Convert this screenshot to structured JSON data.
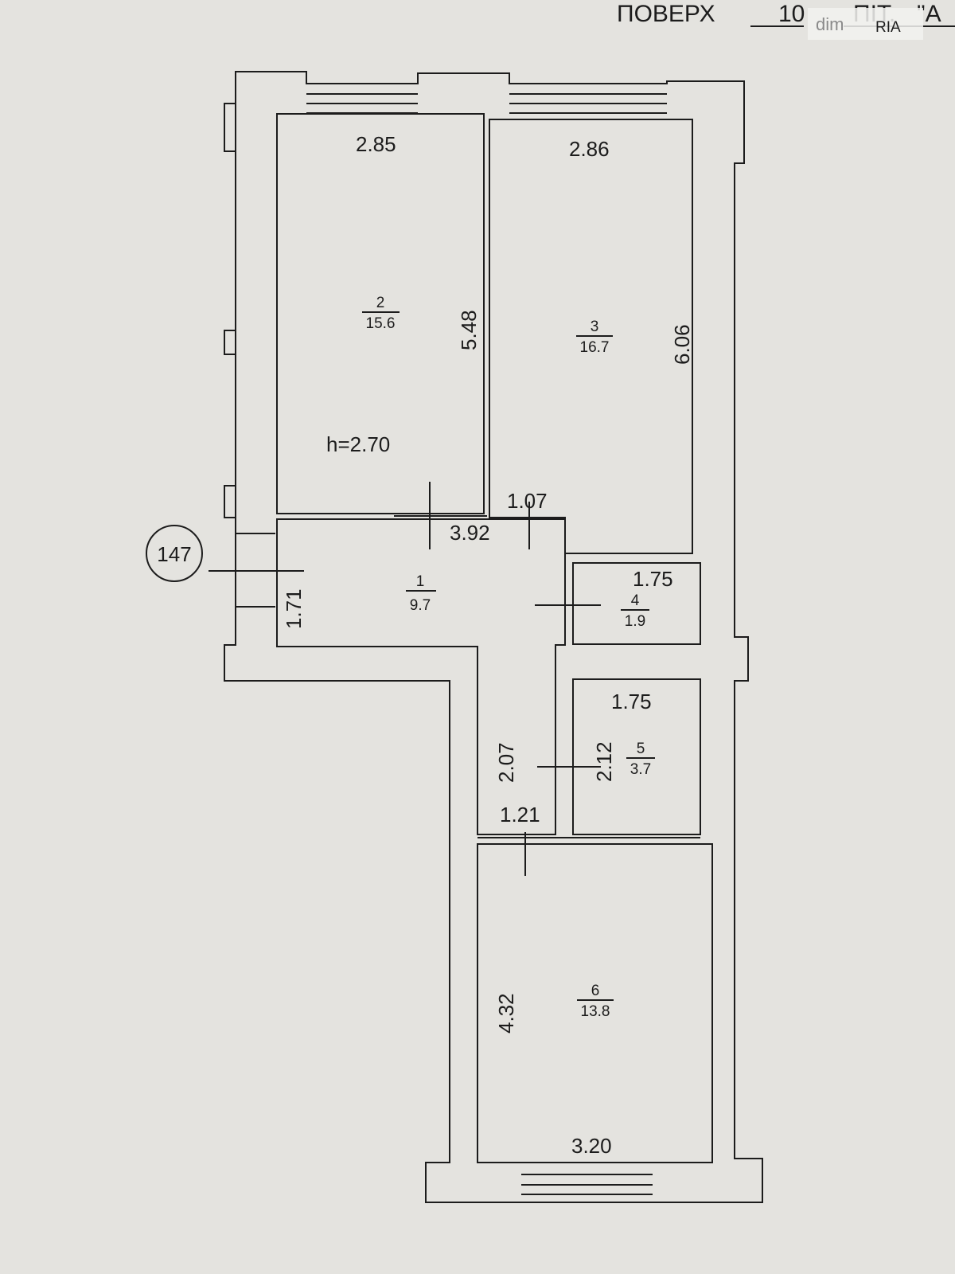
{
  "header": {
    "floor_label": "ПОВЕРХ",
    "floor_value": "10",
    "entrance_label": "ПІТ.",
    "entrance_value": "\"А"
  },
  "watermark": {
    "text": "dim",
    "logo": "RIA"
  },
  "plan_number": "147",
  "ceiling_height": "h=2.70",
  "rooms": [
    {
      "id": "1",
      "number": "1",
      "area": "9.7"
    },
    {
      "id": "2",
      "number": "2",
      "area": "15.6"
    },
    {
      "id": "3",
      "number": "3",
      "area": "16.7"
    },
    {
      "id": "4",
      "number": "4",
      "area": "1.9"
    },
    {
      "id": "5",
      "number": "5",
      "area": "3.7"
    },
    {
      "id": "6",
      "number": "6",
      "area": "13.8"
    }
  ],
  "dimensions": {
    "room2_width": "2.85",
    "room2_length": "5.48",
    "room3_width": "2.86",
    "room3_length": "6.06",
    "hall_width": "3.92",
    "hall_length": "1.71",
    "hall_notch": "1.07",
    "room4_width": "1.75",
    "room5_width": "1.75",
    "room5_length": "2.12",
    "corridor_length": "2.07",
    "corridor_width": "1.21",
    "room6_length": "4.32",
    "room6_width": "3.20"
  },
  "colors": {
    "paper": "#e4e3df",
    "line": "#1c1c1c"
  }
}
